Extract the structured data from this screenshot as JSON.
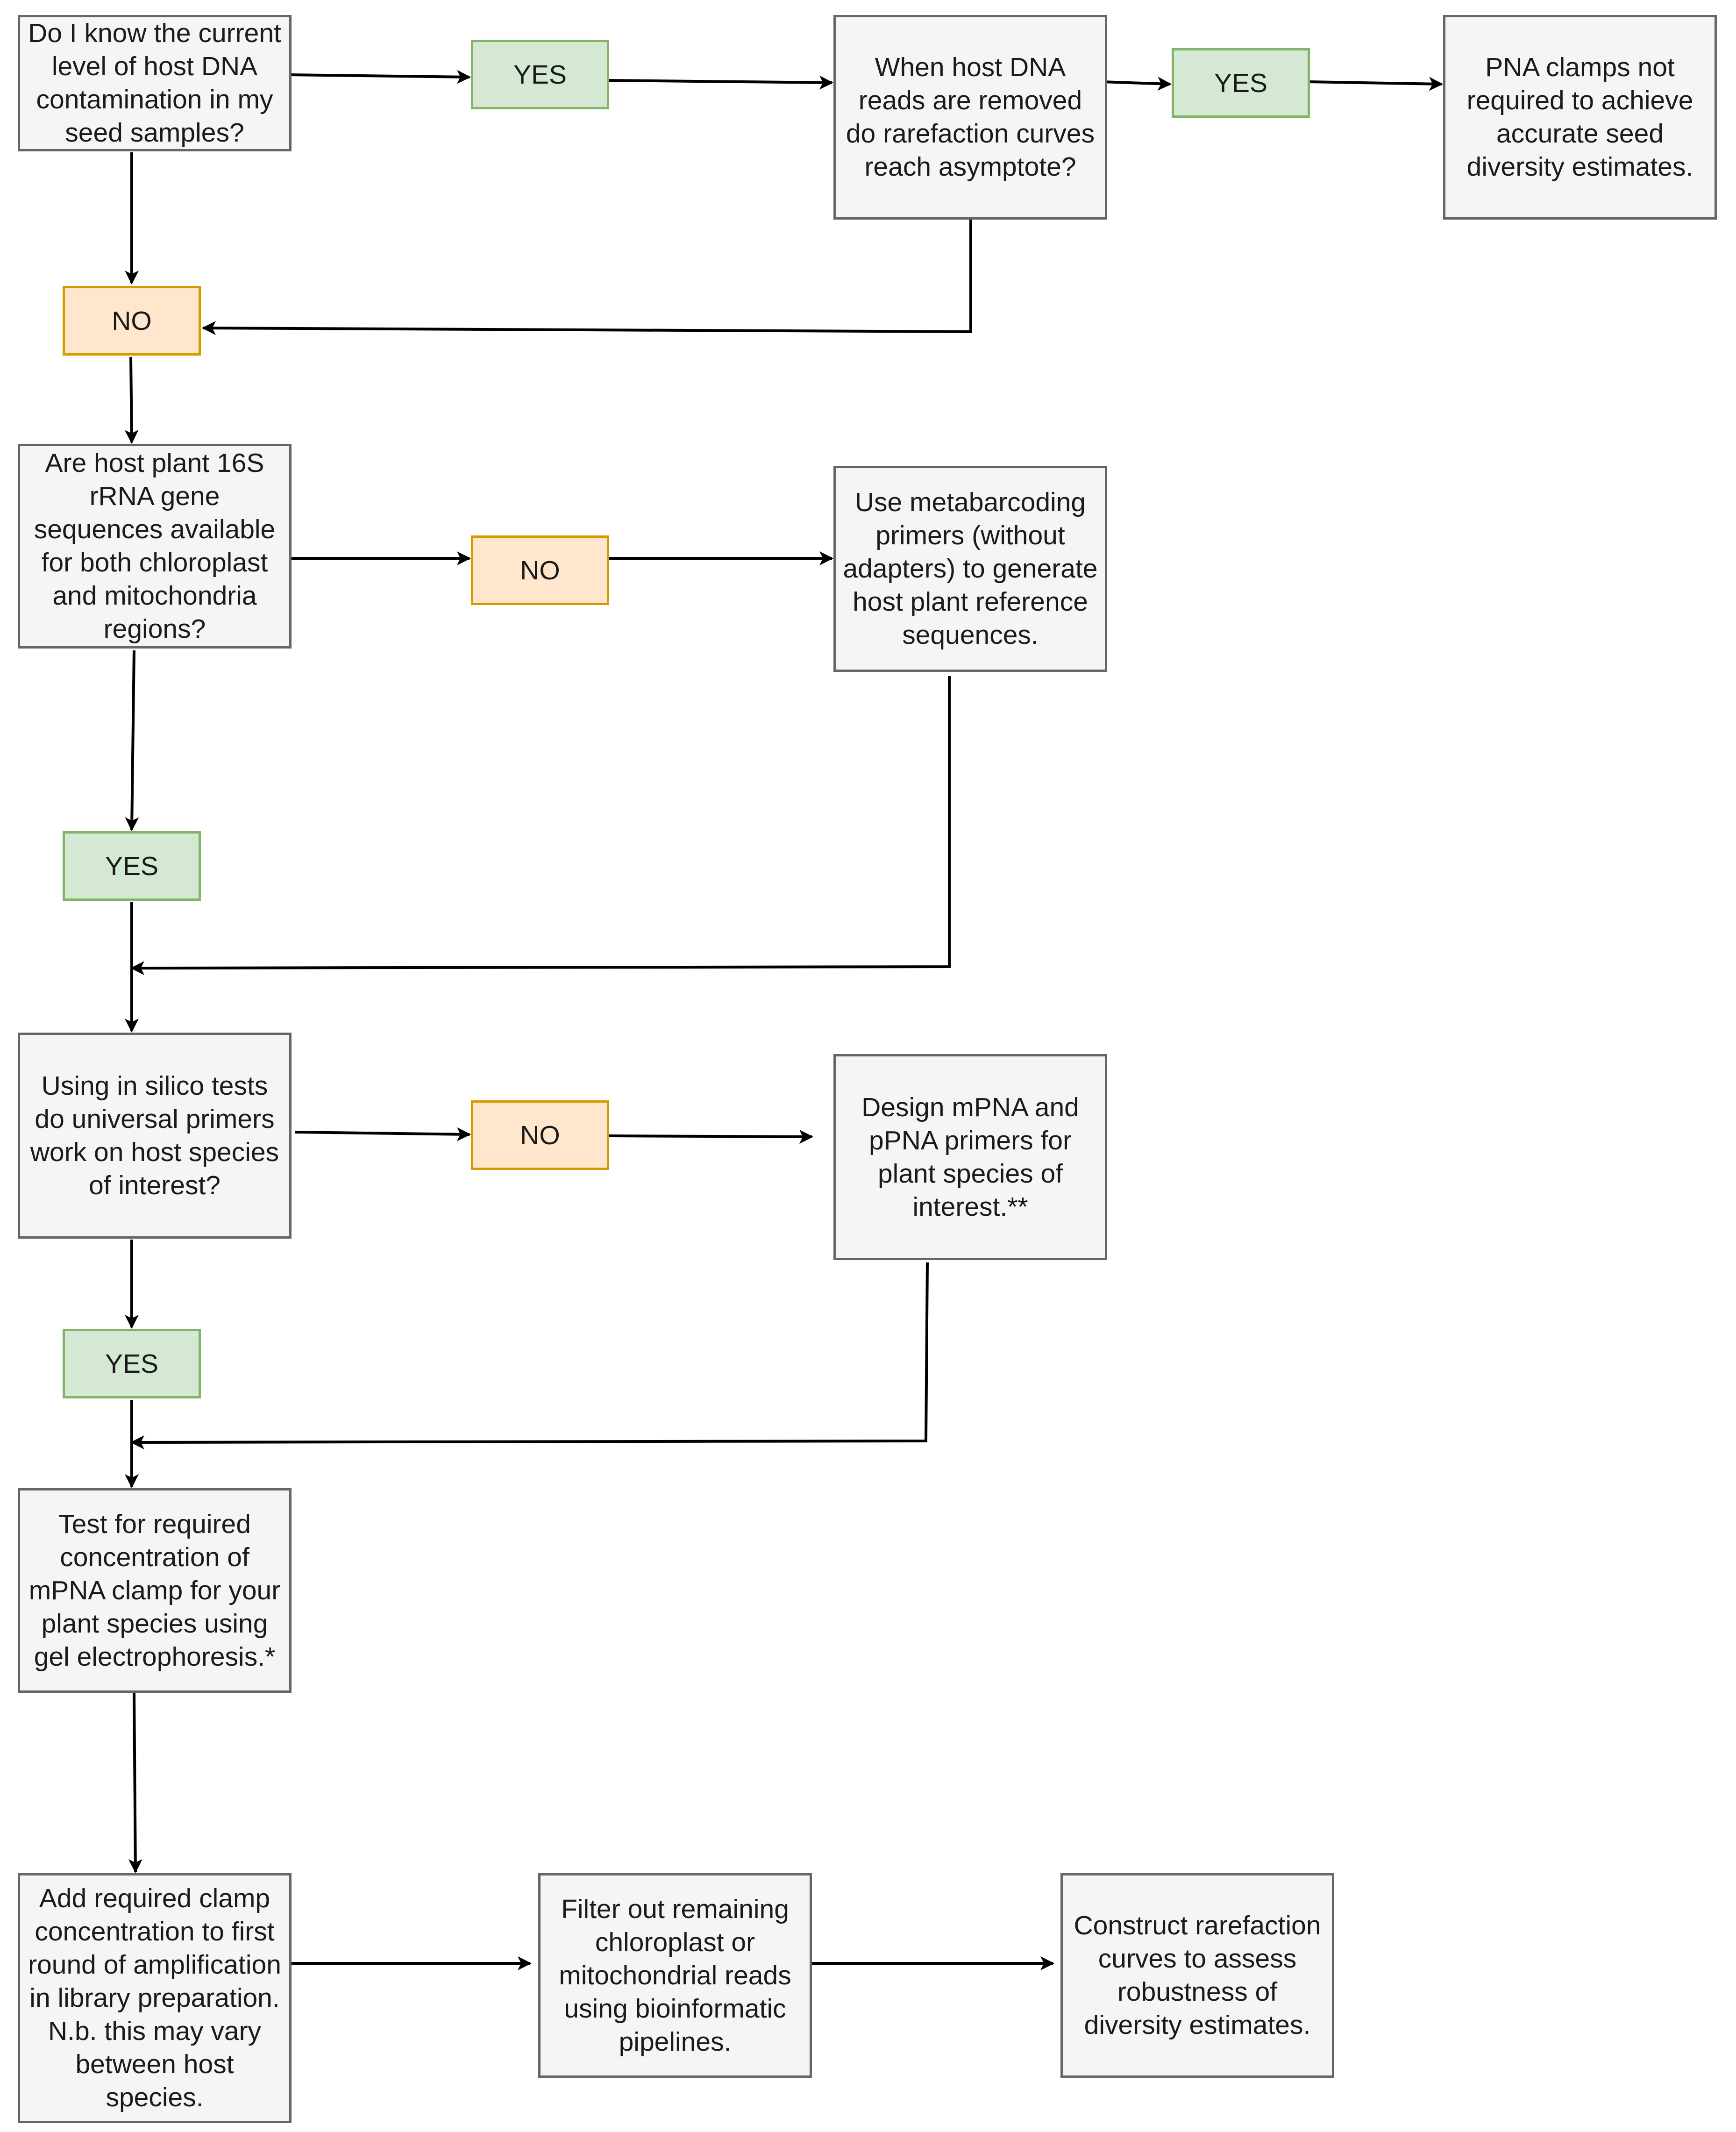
{
  "nodes": {
    "q_contamination": "Do I know the current level of host DNA contamination in my seed samples?",
    "yes_1": "YES",
    "q_rarefaction": "When host DNA reads are removed do rarefaction curves reach asymptote?",
    "yes_2": "YES",
    "pna_not_required": "PNA clamps not required to achieve accurate seed diversity estimates.",
    "no_1": "NO",
    "q_16s_available": "Are host plant 16S rRNA gene sequences available for both chloroplast and mitochondria regions?",
    "no_2": "NO",
    "metabarcoding": "Use metabarcoding primers (without adapters) to generate host plant reference sequences.",
    "yes_3": "YES",
    "q_universal_primers": "Using in silico tests do universal primers work on host species of interest?",
    "no_3": "NO",
    "design_pna": "Design mPNA and pPNA primers for plant species of interest.**",
    "yes_4": "YES",
    "test_concentration": "Test for required concentration of mPNA clamp for your plant species using gel electrophoresis.*",
    "add_clamp": "Add required clamp concentration to first round of amplification in library preparation. N.b. this may vary between host species.",
    "filter_reads": "Filter out remaining chloroplast or mitochondrial reads using bioinformatic pipelines.",
    "construct_curves": "Construct rarefaction curves to assess robustness of diversity estimates."
  },
  "colors": {
    "process_fill": "#f5f5f5",
    "process_border": "#666666",
    "yes_fill": "#d5e8d4",
    "yes_border": "#82b366",
    "no_fill": "#ffe6cc",
    "no_border": "#d79b00",
    "connector": "#000000"
  }
}
